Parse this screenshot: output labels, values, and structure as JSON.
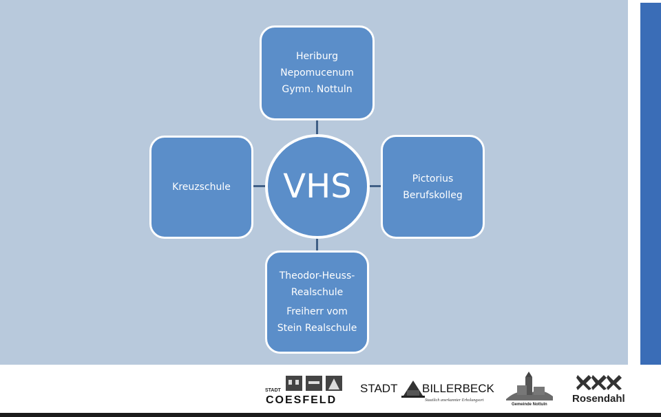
{
  "diagram": {
    "center_label": "VHS",
    "top_node": {
      "lines": [
        "Heriburg",
        "Nepomucenum",
        "Gymn. Nottuln"
      ]
    },
    "left_node": {
      "lines": [
        "Kreuzschule"
      ]
    },
    "right_node": {
      "lines": [
        "Pictorius",
        "Berufskolleg"
      ]
    },
    "bottom_node": {
      "lines": [
        "Theodor-Heuss-",
        "Realschule",
        "Freiherr vom",
        "Stein Realschule"
      ]
    }
  },
  "logos": {
    "coesfeld": {
      "small": "STADT",
      "name": "COESFELD"
    },
    "billerbeck": {
      "left": "STADT",
      "right": "BILLERBECK",
      "tagline": "Staatlich anerkannter Erholungsort"
    },
    "nottuln": {
      "name": "Gemeinde Nottuln"
    },
    "rosendahl": {
      "name": "Rosendahl"
    }
  },
  "colors": {
    "background": "#b8c9dc",
    "node_fill": "#5b8ec9",
    "node_border": "#ffffff",
    "connector": "#3f5f86",
    "side_bar": "#3a6db7"
  }
}
